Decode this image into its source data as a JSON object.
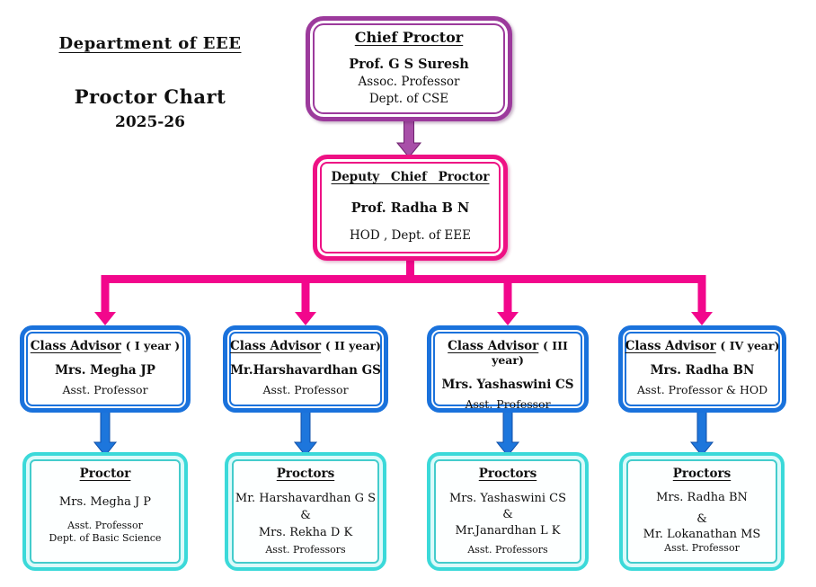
{
  "header": {
    "department": "Department of EEE",
    "chart_title": "Proctor Chart",
    "year": "2025-26"
  },
  "chief": {
    "title": "Chief Proctor",
    "name": "Prof. G S Suresh",
    "line1": "Assoc. Professor",
    "line2": "Dept. of CSE"
  },
  "deputy": {
    "title": "Deputy Chief Proctor",
    "name": "Prof. Radha B N",
    "line1": "HOD , Dept. of EEE"
  },
  "advisors": [
    {
      "title": "Class Advisor",
      "year": "( I year )",
      "name": "Mrs. Megha JP",
      "role": "Asst. Professor"
    },
    {
      "title": "Class Advisor",
      "year": "( II year)",
      "name": "Mr.Harshavardhan GS",
      "role": "Asst. Professor"
    },
    {
      "title": "Class Advisor",
      "year": "( III year)",
      "name": "Mrs. Yashaswini CS",
      "role": "Asst. Professor"
    },
    {
      "title": "Class Advisor",
      "year": "( IV year)",
      "name": "Mrs. Radha BN",
      "role": "Asst. Professor & HOD"
    }
  ],
  "proctors": [
    {
      "title": "Proctor",
      "name": "Mrs. Megha J P",
      "sub1": "Asst. Professor",
      "sub2": "Dept. of Basic Science"
    },
    {
      "title": "Proctors",
      "name1": "Mr. Harshavardhan G S",
      "amp": "&",
      "name2": "Mrs. Rekha D K",
      "sub": "Asst. Professors"
    },
    {
      "title": "Proctors",
      "name1": "Mrs. Yashaswini CS",
      "amp": "&",
      "name2": "Mr.Janardhan L K",
      "sub": "Asst. Professors"
    },
    {
      "title": "Proctors",
      "name1": "Mrs. Radha BN",
      "amp": "&",
      "name2": "Mr. Lokanathan MS",
      "sub": "Asst. Professor"
    }
  ],
  "colors": {
    "arrow_purple": "#a84fa8",
    "arrow_pink": "#f2078c",
    "arrow_blue": "#1d76dc",
    "border_purple": "#9c3a9c",
    "border_pink": "#ee1184",
    "border_blue": "#1a72dc",
    "border_cyan": "#3bd9d9"
  }
}
